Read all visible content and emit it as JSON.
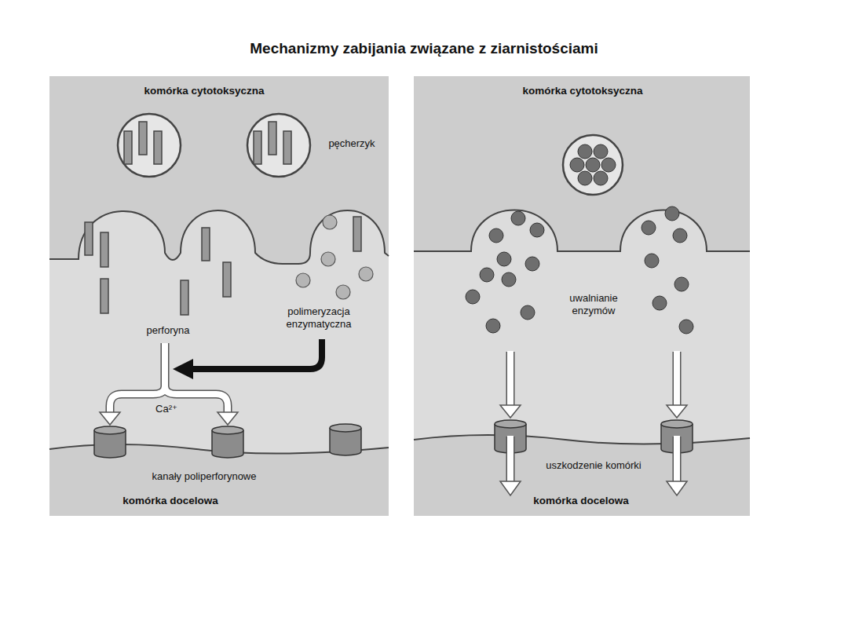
{
  "diagram": {
    "title": "Mechanizmy zabijania związane z ziarnistościami",
    "nodes": [
      {
        "text": [
          "komórka cytotoksyczna",
          "komórka docelowa"
        ]
      },
      {
        "text": [
          "komórka cytotoksyczna",
          "komórka docelowa"
        ]
      }
    ],
    "labels": [
      "pęcherzyk",
      "perforyna",
      "polimeryzacja enzymatyczna",
      "Ca²⁺",
      "kanały poliperforynowe",
      "uwalnianie enzymów",
      "uszkodzenie komórki"
    ]
  }
}
